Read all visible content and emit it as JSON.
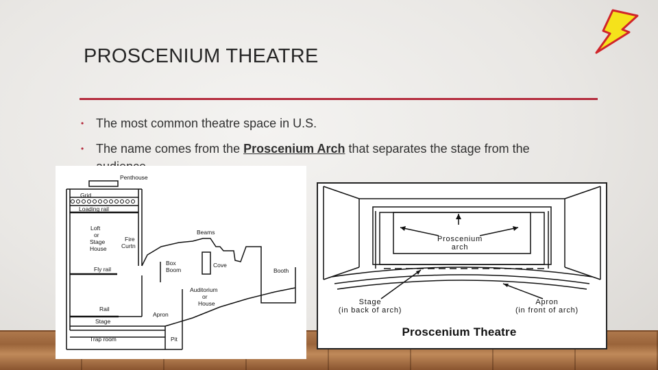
{
  "slide": {
    "title": "PROSCENIUM THEATRE",
    "bullets": {
      "b1": "The most common theatre space in U.S.",
      "b2_pre": "The name comes from the ",
      "b2_link": "Proscenium Arch",
      "b2_post": " that separates the stage from the",
      "b2_cont": "audience."
    },
    "accent_color": "#b3283a"
  },
  "left_diagram": {
    "labels": {
      "penthouse": "Penthouse",
      "grid": "Grid",
      "loading_rail": "Loading rail",
      "loft": "Loft",
      "or1": "or",
      "stage_house_1": "Stage",
      "stage_house_2": "House",
      "fire_1": "Fire",
      "fire_2": "Curtn",
      "beams": "Beams",
      "fly_rail": "Fly rail",
      "box_1": "Box",
      "box_2": "Boom",
      "cove": "Cove",
      "booth": "Booth",
      "auditorium": "Auditorium",
      "or2": "or",
      "house": "House",
      "rail": "Rail",
      "apron": "Apron",
      "stage": "Stage",
      "trap_room": "Trap room",
      "pit": "Pit"
    }
  },
  "right_diagram": {
    "labels": {
      "proscenium_1": "Proscenium",
      "proscenium_2": "arch",
      "stage_1": "Stage",
      "stage_2": "(in back of arch)",
      "apron_1": "Apron",
      "apron_2": "(in front of arch)",
      "caption": "Proscenium Theatre"
    }
  },
  "icons": {
    "decoration": "lightning-bolt-icon",
    "bolt_fill": "#f5e21b",
    "bolt_stroke": "#d0252a"
  }
}
